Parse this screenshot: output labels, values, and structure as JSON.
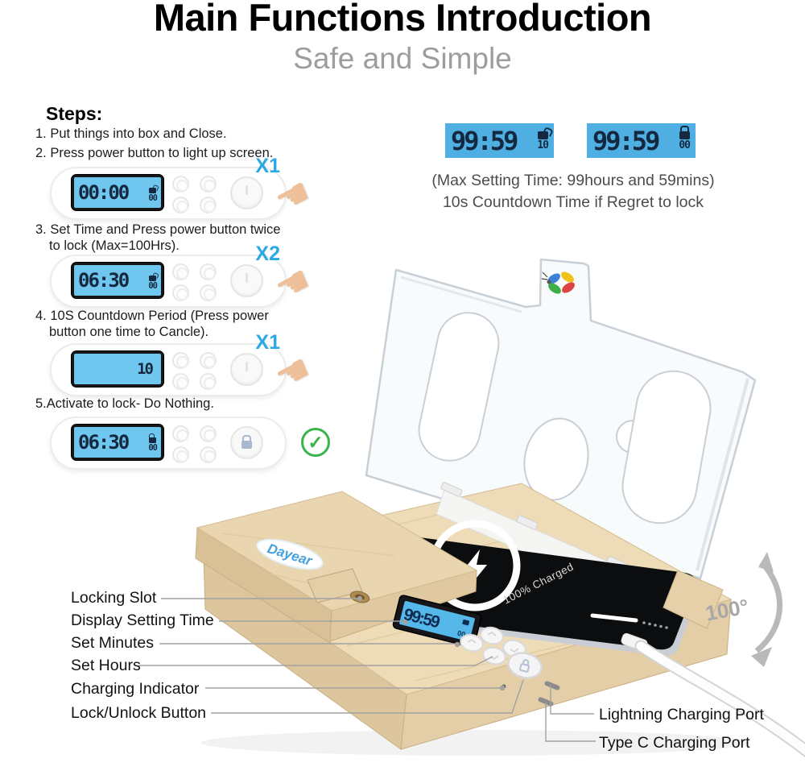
{
  "header": {
    "title": "Main Functions Introduction",
    "subtitle": "Safe and Simple"
  },
  "steps": {
    "heading": "Steps:",
    "step1": "1. Put things into box and Close.",
    "step2": "2. Press power button to light up screen.",
    "step3": "3.  Set Time and Press power button twice\nto lock (Max=100Hrs).",
    "step4": "4. 10S Countdown Period (Press power\nbutton one time to Cancle).",
    "step5": "5.Activate to lock- Do Nothing."
  },
  "pills": [
    {
      "time": "00:00",
      "sub": "00",
      "lock": "unlocked",
      "badge": "X1"
    },
    {
      "time": "06:30",
      "sub": "00",
      "lock": "unlocked",
      "badge": "X2"
    },
    {
      "time": "10",
      "sub": "",
      "lock": "none",
      "badge": "X1"
    },
    {
      "time": "06:30",
      "sub": "00",
      "lock": "locked",
      "badge": "check"
    }
  ],
  "max_setting": {
    "display_left": {
      "time": "99:59",
      "sub": "10",
      "lock": "unlocked"
    },
    "display_right": {
      "time": "99:59",
      "sub": "00",
      "lock": "locked"
    },
    "caption1": "(Max Setting Time: 99hours and 59mins)",
    "caption2": "10s Countdown Time if Regret to lock"
  },
  "product": {
    "brand": "Dayear",
    "phone_status": "100% Charged",
    "box_display_time": "99:59",
    "box_display_sub": "00",
    "rotation": "100°"
  },
  "callouts": {
    "left": [
      "Locking Slot",
      "Display Setting Time",
      "Set Minutes",
      "Set Hours",
      "Charging Indicator",
      "Lock/Unlock Button"
    ],
    "right": [
      "Lightning Charging Port",
      "Type C Charging Port"
    ]
  },
  "icons": {
    "hand": "☚",
    "check": "✓"
  },
  "colors": {
    "accent_blue": "#2ba9e2",
    "lcd_blue_bright": "#4fafe2",
    "lcd_blue_soft": "#6fc6ee",
    "digit_navy": "#14293f",
    "check_green": "#3ab54a",
    "wood_light": "#eedcb8",
    "subtitle_gray": "#9d9d9d"
  }
}
